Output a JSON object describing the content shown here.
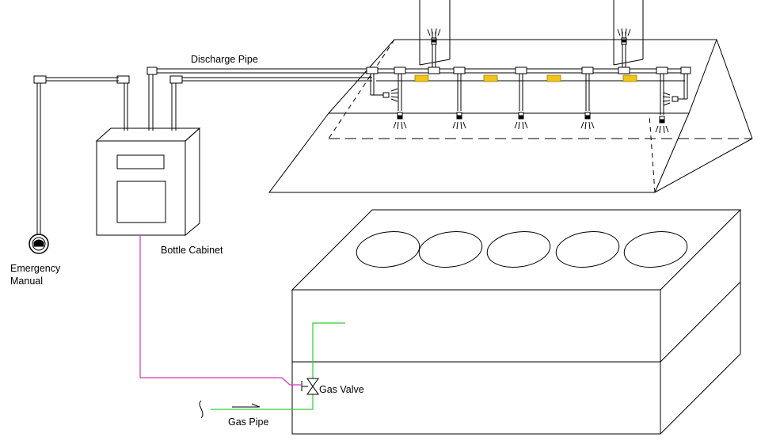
{
  "labels": {
    "discharge_pipe": "Discharge Pipe",
    "bottle_cabinet": "Bottle Cabinet",
    "emergency_line1": "Emergency",
    "emergency_line2": "Manual",
    "gas_valve": "Gas Valve",
    "gas_pipe": "Gas Pipe"
  },
  "colors": {
    "line": "#000000",
    "control_line": "#d633c8",
    "gas_line": "#33cc33",
    "heat_detector": "#f0c419"
  },
  "icons": [
    "nozzle-icon",
    "heat-detector-icon",
    "manual-pull-station-icon",
    "gas-valve-icon",
    "flow-arrow-icon",
    "break-line-icon"
  ]
}
